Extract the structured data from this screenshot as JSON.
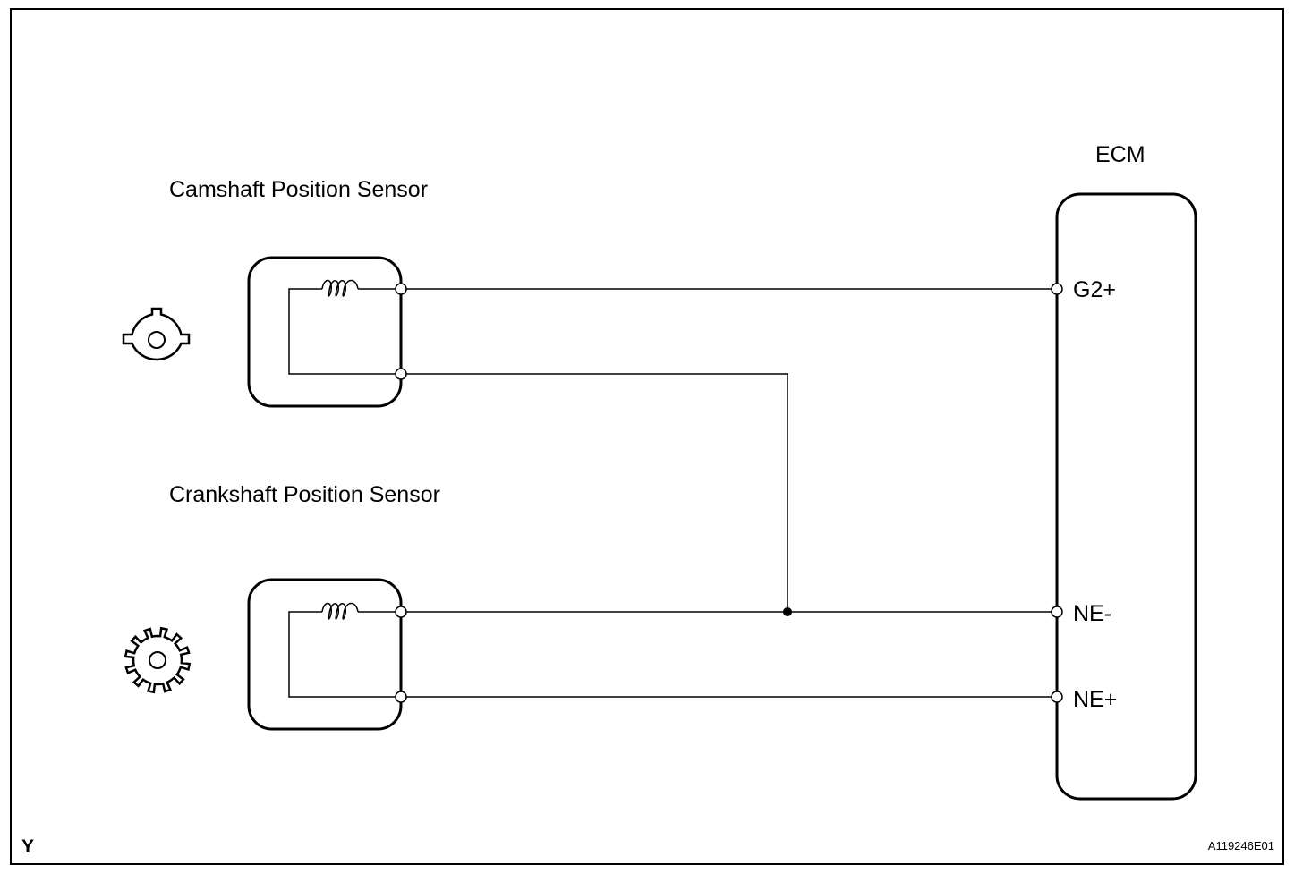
{
  "labels": {
    "camshaft_sensor": "Camshaft Position Sensor",
    "crankshaft_sensor": "Crankshaft Position Sensor",
    "ecm": "ECM",
    "corner_code": "Y",
    "figure_id": "A119246E01"
  },
  "ecm_terminals": {
    "g2_plus": "G2+",
    "ne_minus": "NE-",
    "ne_plus": "NE+"
  },
  "colors": {
    "line": "#000000",
    "background": "#ffffff"
  }
}
